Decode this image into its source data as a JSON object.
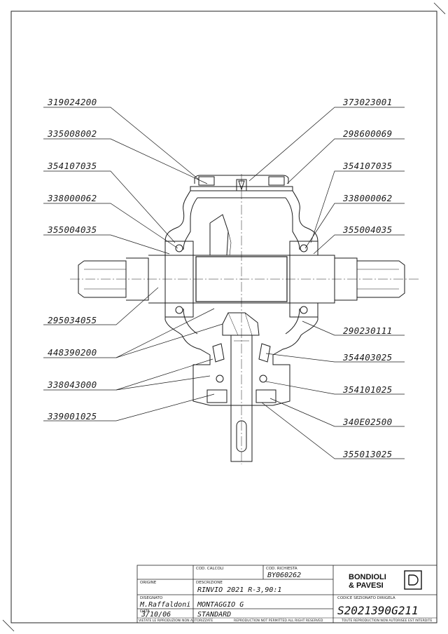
{
  "part_labels_left": [
    "319024200",
    "335008002",
    "354107035",
    "338000062",
    "355004035",
    "295034055",
    "448390200",
    "338043000",
    "339001025"
  ],
  "part_labels_right": [
    "373023001",
    "298600069",
    "354107035",
    "338000062",
    "355004035",
    "290230111",
    "354403025",
    "354101025",
    "340E02500",
    "355013025"
  ],
  "title_block": {
    "cod_calcoli_label": "COD. CALCOLI",
    "cod_richiesta_label": "COD. RICHIESTA",
    "cod_richiesta_value": "BY060262",
    "origine_label": "ORIGINE",
    "descrizione_label": "DESCRIZIONE",
    "descrizione_value": "RINVIO 2021 R-3,90:1",
    "disegnato_label": "DISEGNATO",
    "disegnato_value": "M.Raffaldoni",
    "montaggio_value": "MONTAGGIO G",
    "data_label": "DATA",
    "data_value": "3/10/06",
    "standard_value": "STANDARD",
    "codice_label": "CODICE SEZIONATO DIRIGELA",
    "codice_value": "S2021390G211",
    "brand_line1": "BONDIOLI",
    "brand_line2": "& PAVESI",
    "footer_it": "VIETATE LE RIPRODUZIONI NON AUTORIZZATE",
    "footer_en": "REPRODUCTION NOT PERMITTED ALL RIGHT RESERVED",
    "footer_fr": "TOUTE REPRODUCTION NON AUTORISEE EST INTERDITE"
  }
}
